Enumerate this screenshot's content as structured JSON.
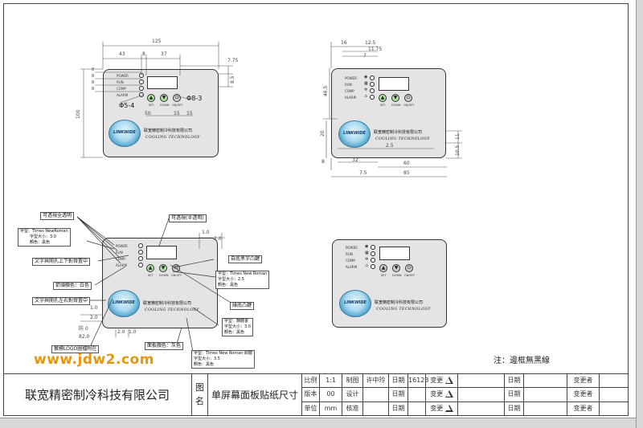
{
  "panel": {
    "indicators": [
      "POWER",
      "RUN",
      "COMP",
      "ALARM"
    ],
    "buttons": [
      "SET",
      "DOWN",
      "ON/OFF"
    ],
    "logo_text": "LINKWIDE",
    "company_cn": "联宽精密制冷科技有限公司",
    "company_en": "COOLING  TECHNOLOGY"
  },
  "view1_dims": {
    "top_width": "125",
    "seg1": "43",
    "seg2": "8",
    "seg3": "37",
    "right_offset": "7.75",
    "right_h": "8.5",
    "left_h": "100",
    "left_ticks": [
      "8",
      "8",
      "8",
      "8"
    ],
    "phi_small": "Φ5-4",
    "phi_large": "Φ8-3",
    "bottom_a": "50",
    "bottom_b": "15",
    "bottom_c": "15"
  },
  "view2_dims": {
    "top_a": "16",
    "top_b": "12.5",
    "top_c": "11.75",
    "top_d": "7",
    "left_v1": "46.5",
    "left_v2": "20",
    "right_v1": "11",
    "right_v2": "10.5",
    "bot_a": "8",
    "bot_b": "32",
    "bot_c": "60",
    "bot_d": "7.5",
    "bot_e": "85",
    "mid": "2.5"
  },
  "view3_dims": {
    "d1": "1.0",
    "d2": "2.0",
    "d3": "2.0",
    "d4": "1.0",
    "left1": "1.0",
    "left2": "2.0",
    "left3": "防 0",
    "left4": "82.0",
    "b1": "2.0",
    "b2": "1.0"
  },
  "callouts": [
    "可透視全透明",
    "字型：Times NewRoman",
    "字型大小：3.0",
    "顏色：黑色",
    "文字與開孔上下對齊置中",
    "箭頭顏色：白色",
    "文字與開孔左右對齊置中",
    "徽標LOGO圖檔附在",
    "可透視(半透明)",
    "自底黑字凸鍵",
    "字型：Times New Roman",
    "字型大小：2.5",
    "顏色：黑色",
    "綠底凸鍵",
    "字型：隸體書",
    "字型大小：3.0",
    "顏色：黑色",
    "面板顏色：灰色",
    "字型：Times New Roman 斜體",
    "字型大小：3.5",
    "顏色：黑色"
  ],
  "watermark": "www.jdw2.com",
  "note": "注：邊框無黑線",
  "title_block": {
    "company": "联宽精密制冷科技有限公司",
    "name_label": "图名",
    "drawing_name": "单屏幕面板贴纸尺寸",
    "rows": [
      [
        "比例",
        "1:1",
        "制图",
        "许中玲",
        "日期",
        "16123",
        "变更",
        "",
        "日期",
        "",
        "变更者"
      ],
      [
        "版本",
        "00",
        "设计",
        "",
        "日期",
        "",
        "变更",
        "",
        "日期",
        "",
        "变更者"
      ],
      [
        "单位",
        "mm",
        "核准",
        "",
        "日期",
        "",
        "变更",
        "",
        "日期",
        "",
        "变更者"
      ]
    ]
  }
}
